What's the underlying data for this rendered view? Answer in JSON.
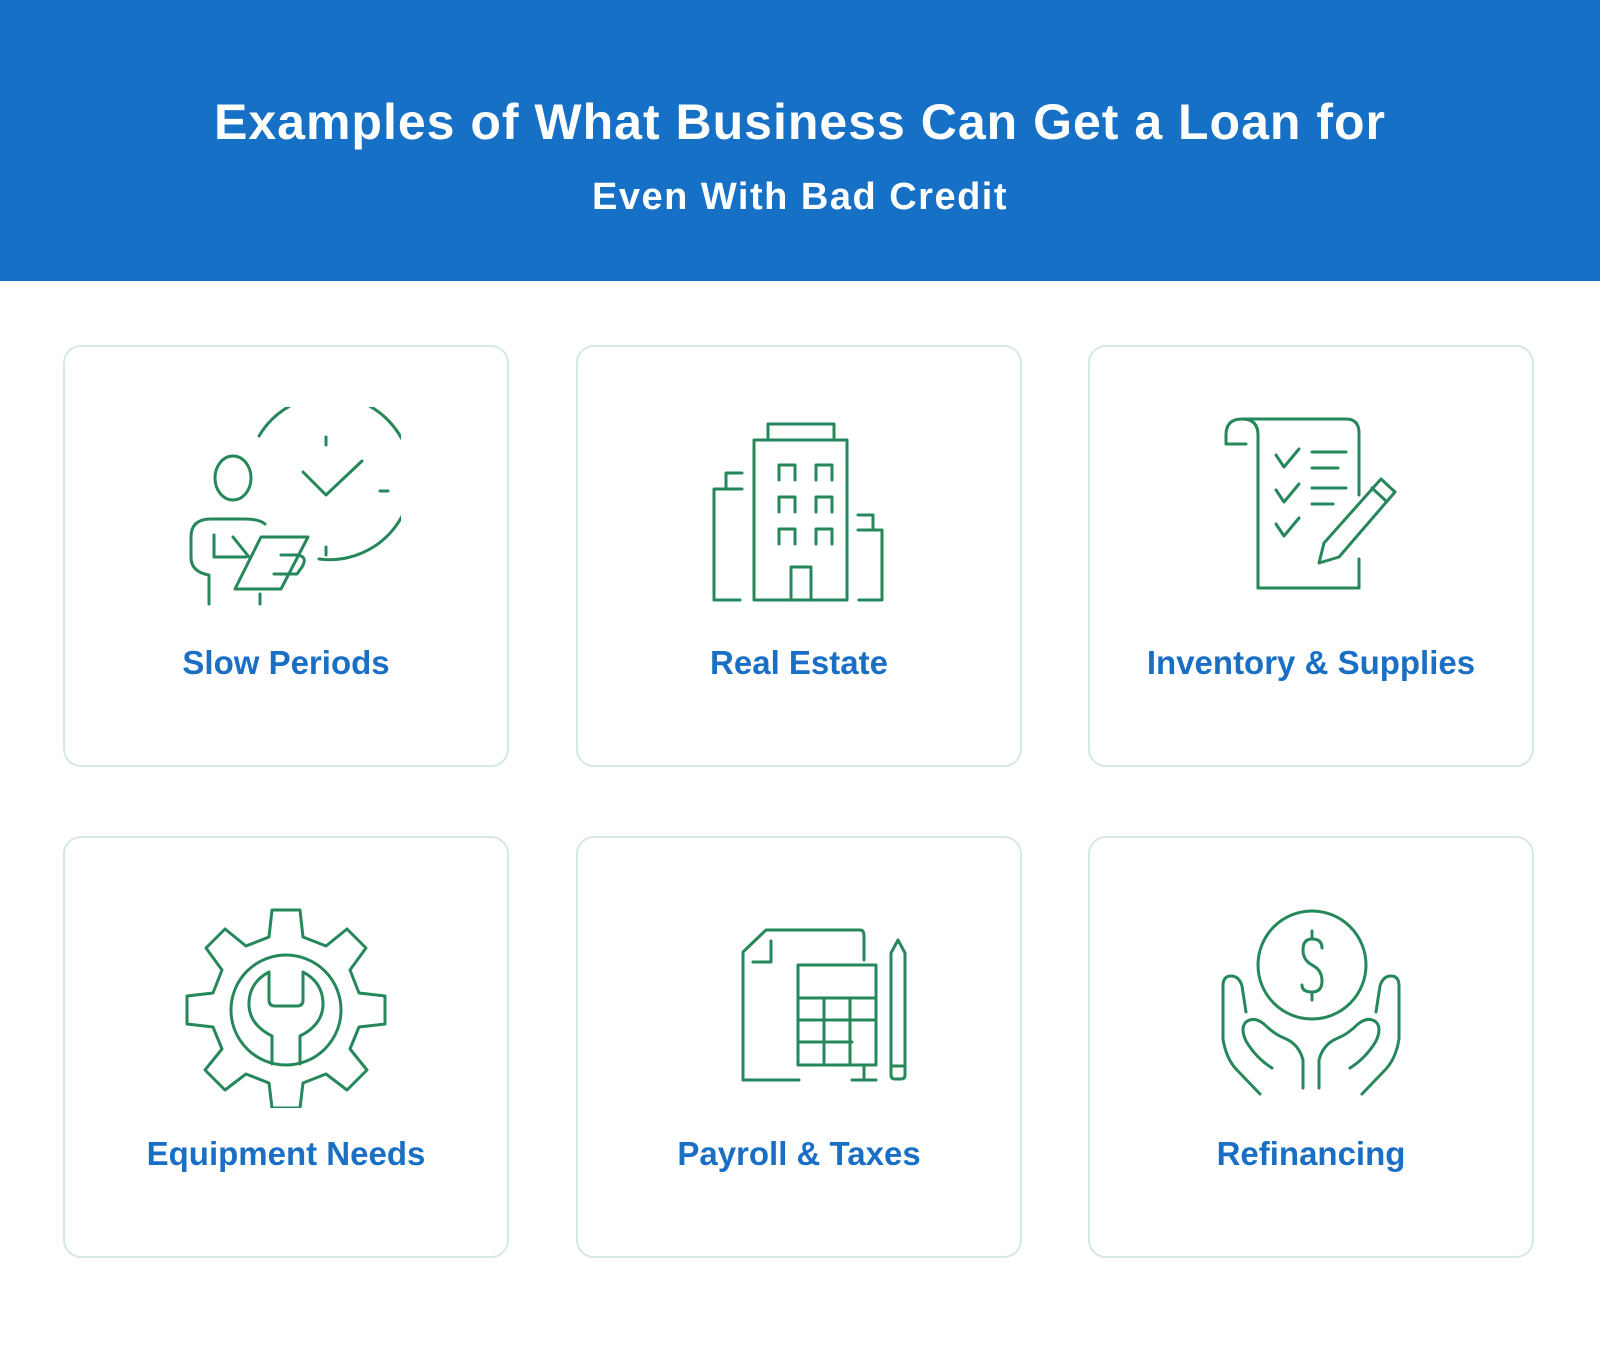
{
  "header": {
    "title": "Examples of What Business Can Get a Loan for",
    "subtitle": "Even With Bad Credit",
    "background_color": "#1570C6"
  },
  "colors": {
    "icon_stroke": "#25875A",
    "label_text": "#1A6FC4",
    "card_border": "#D6E8E3"
  },
  "cards": [
    {
      "label": "Slow Periods",
      "icon": "person-clock-icon"
    },
    {
      "label": "Real Estate",
      "icon": "buildings-icon"
    },
    {
      "label": "Inventory & Supplies",
      "icon": "checklist-pencil-icon"
    },
    {
      "label": "Equipment Needs",
      "icon": "gear-wrench-icon"
    },
    {
      "label": "Payroll & Taxes",
      "icon": "document-calculator-pencil-icon"
    },
    {
      "label": "Refinancing",
      "icon": "hands-dollar-coin-icon"
    }
  ]
}
